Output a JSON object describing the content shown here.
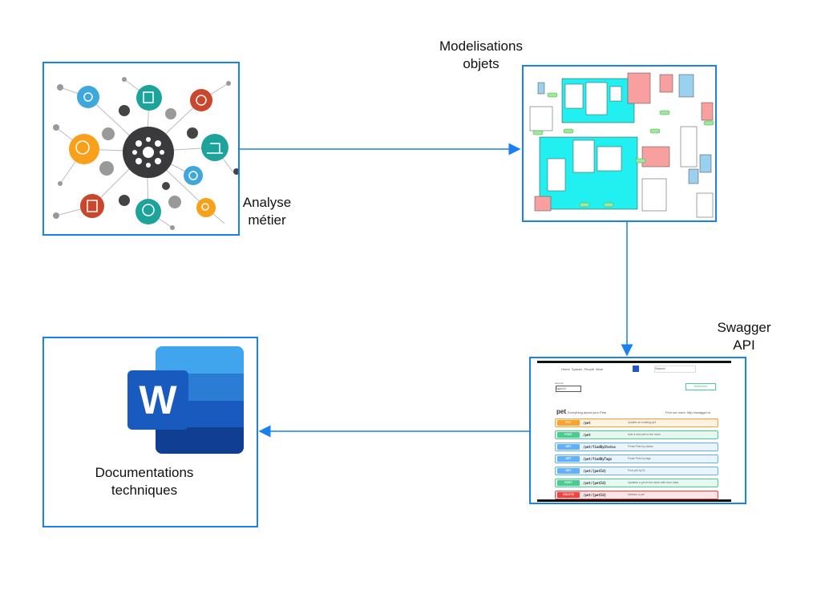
{
  "labels": {
    "analysis": [
      "Analyse",
      "métier"
    ],
    "model": [
      "Modelisations",
      "objets"
    ],
    "swagger": [
      "Swagger",
      "API"
    ],
    "docs": [
      "Documentations",
      "techniques"
    ]
  },
  "swagger": {
    "nav": [
      "Home",
      "Spaces",
      "People",
      "More"
    ],
    "search_placeholder": "Search",
    "servers_label": "Servers",
    "server_value": "/api/v3",
    "authorize": "Authorize",
    "tag": "pet",
    "tag_desc": "Everything about your Pets",
    "find_out": "Find out more: http://swagger.io",
    "endpoints": [
      {
        "method": "PUT",
        "path": "/pet",
        "desc": "Update an existing pet",
        "color": "#fca130"
      },
      {
        "method": "POST",
        "path": "/pet",
        "desc": "Add a new pet to the store",
        "color": "#49cc90"
      },
      {
        "method": "GET",
        "path": "/pet/findByStatus",
        "desc": "Finds Pets by status",
        "color": "#61affe"
      },
      {
        "method": "GET",
        "path": "/pet/findByTags",
        "desc": "Finds Pets by tags",
        "color": "#61affe"
      },
      {
        "method": "GET",
        "path": "/pet/{petId}",
        "desc": "Find pet by ID",
        "color": "#61affe"
      },
      {
        "method": "POST",
        "path": "/pet/{petId}",
        "desc": "Updates a pet in the store with form data",
        "color": "#49cc90"
      },
      {
        "method": "DELETE",
        "path": "/pet/{petId}",
        "desc": "Deletes a pet",
        "color": "#f93e3e"
      }
    ]
  },
  "colors": {
    "accent": "#1a7ff0",
    "word_blue": "#185abd"
  },
  "icons": [
    "network-icon",
    "uml-diagram-icon",
    "swagger-ui-icon",
    "word-icon"
  ]
}
